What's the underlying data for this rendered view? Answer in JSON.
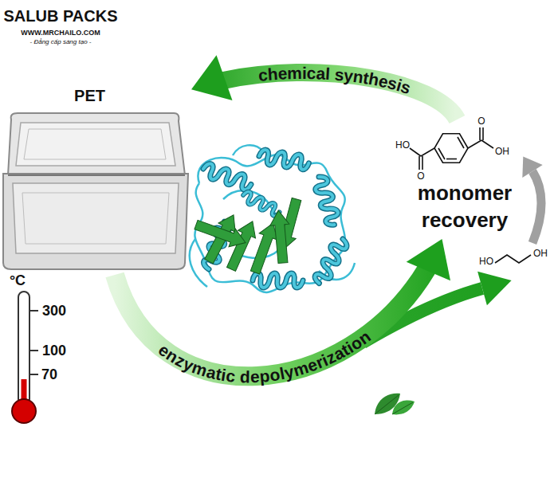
{
  "diagram": {
    "nodes": [
      {
        "text": [
          "PET"
        ]
      },
      {
        "text": [
          "monomer recovery"
        ]
      }
    ],
    "edges": [
      {
        "from": 0,
        "to": 1,
        "arrow": "to",
        "label": "enzymatic depolymerization"
      },
      {
        "from": 1,
        "to": 0,
        "arrow": "to",
        "label": "chemical synthesis"
      }
    ],
    "labels": [
      "SALUB PACKS",
      "WWW.MRCHAILO.COM",
      "- Đẳng cấp sáng tạo -",
      "°C",
      "300",
      "100",
      "70",
      "HO",
      "O",
      "O",
      "OH",
      "HO",
      "OH"
    ]
  }
}
